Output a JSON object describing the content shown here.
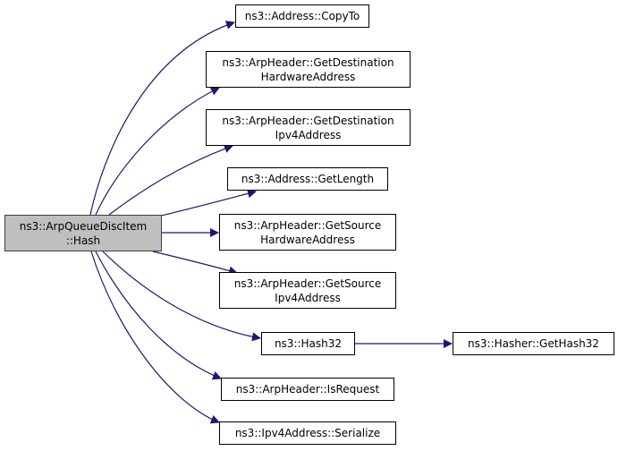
{
  "diagram": {
    "type": "call-graph",
    "colors": {
      "edge": "#191970",
      "root_fill": "#bfbfbf",
      "node_fill": "#ffffff",
      "node_border": "#000000"
    },
    "root": {
      "id": "root",
      "lines": [
        "ns3::ArpQueueDiscItem",
        "::Hash"
      ]
    },
    "nodes": [
      {
        "id": "copyto",
        "lines": [
          "ns3::Address::CopyTo"
        ]
      },
      {
        "id": "getdsthw",
        "lines": [
          "ns3::ArpHeader::GetDestination",
          "HardwareAddress"
        ]
      },
      {
        "id": "getdstipv4",
        "lines": [
          "ns3::ArpHeader::GetDestination",
          "Ipv4Address"
        ]
      },
      {
        "id": "getlength",
        "lines": [
          "ns3::Address::GetLength"
        ]
      },
      {
        "id": "getsrchw",
        "lines": [
          "ns3::ArpHeader::GetSource",
          "HardwareAddress"
        ]
      },
      {
        "id": "getsrcipv4",
        "lines": [
          "ns3::ArpHeader::GetSource",
          "Ipv4Address"
        ]
      },
      {
        "id": "hash32",
        "lines": [
          "ns3::Hash32"
        ]
      },
      {
        "id": "gethash32",
        "lines": [
          "ns3::Hasher::GetHash32"
        ]
      },
      {
        "id": "isrequest",
        "lines": [
          "ns3::ArpHeader::IsRequest"
        ]
      },
      {
        "id": "serialize",
        "lines": [
          "ns3::Ipv4Address::Serialize"
        ]
      }
    ],
    "edges": [
      {
        "from": "root",
        "to": "copyto"
      },
      {
        "from": "root",
        "to": "getdsthw"
      },
      {
        "from": "root",
        "to": "getdstipv4"
      },
      {
        "from": "root",
        "to": "getlength"
      },
      {
        "from": "root",
        "to": "getsrchw"
      },
      {
        "from": "root",
        "to": "getsrcipv4"
      },
      {
        "from": "root",
        "to": "hash32"
      },
      {
        "from": "root",
        "to": "isrequest"
      },
      {
        "from": "root",
        "to": "serialize"
      },
      {
        "from": "hash32",
        "to": "gethash32"
      }
    ]
  }
}
